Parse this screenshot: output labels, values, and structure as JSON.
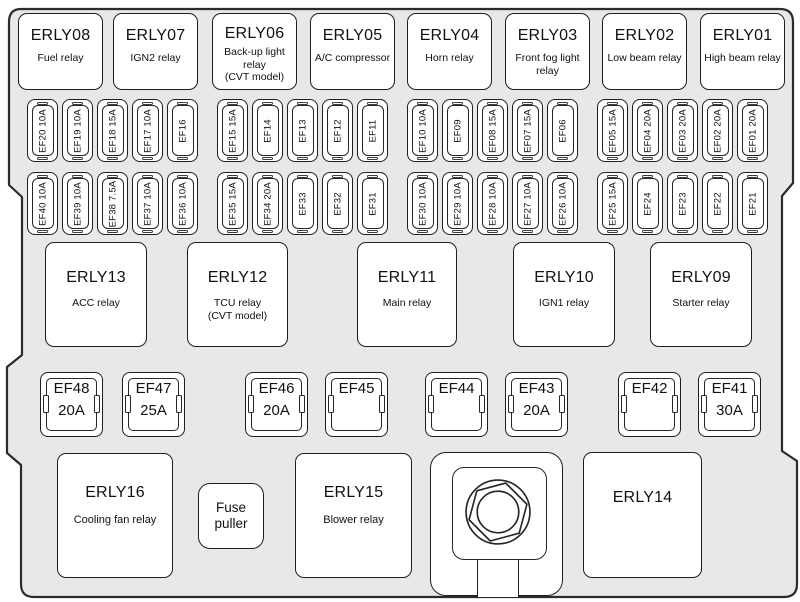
{
  "colors": {
    "body_fill": "#e8e8e8",
    "box_fill": "#ffffff",
    "line": "#1f1f1f"
  },
  "top_relays": [
    {
      "id": "ERLY08",
      "desc": "Fuel relay",
      "note": ""
    },
    {
      "id": "ERLY07",
      "desc": "IGN2 relay",
      "note": ""
    },
    {
      "id": "ERLY06",
      "desc": "Back-up light relay",
      "note": "(CVT model)"
    },
    {
      "id": "ERLY05",
      "desc": "A/C compressor",
      "note": ""
    },
    {
      "id": "ERLY04",
      "desc": "Horn relay",
      "note": ""
    },
    {
      "id": "ERLY03",
      "desc": "Front fog light relay",
      "note": ""
    },
    {
      "id": "ERLY02",
      "desc": "Low beam relay",
      "note": ""
    },
    {
      "id": "ERLY01",
      "desc": "High beam relay",
      "note": ""
    }
  ],
  "fuse_row_1": [
    "EF20 10A",
    "EF19 10A",
    "EF18 15A",
    "EF17 10A",
    "EF16",
    "EF15 15A",
    "EF14",
    "EF13",
    "EF12",
    "EF11",
    "EF10 10A",
    "EF09",
    "EF08 15A",
    "EF07 15A",
    "EF06",
    "EF05 15A",
    "EF04 20A",
    "EF03 20A",
    "EF02 20A",
    "EF01 20A"
  ],
  "fuse_row_2": [
    "EF40 10A",
    "EF39 10A",
    "EF38 7.5A",
    "EF37 10A",
    "EF36 10A",
    "EF35 15A",
    "EF34 20A",
    "EF33",
    "EF32",
    "EF31",
    "EF30 10A",
    "EF29 10A",
    "EF28 10A",
    "EF27 10A",
    "EF26 10A",
    "EF25 15A",
    "EF24",
    "EF23",
    "EF22",
    "EF21"
  ],
  "mid_relays": [
    {
      "id": "ERLY13",
      "desc": "ACC relay",
      "note": ""
    },
    {
      "id": "ERLY12",
      "desc": "TCU relay",
      "note": "(CVT model)"
    },
    {
      "id": "ERLY11",
      "desc": "Main relay",
      "note": ""
    },
    {
      "id": "ERLY10",
      "desc": "IGN1 relay",
      "note": ""
    },
    {
      "id": "ERLY09",
      "desc": "Starter relay",
      "note": ""
    }
  ],
  "square_fuses": [
    {
      "id": "EF48",
      "amp": "20A"
    },
    {
      "id": "EF47",
      "amp": "25A"
    },
    {
      "id": "EF46",
      "amp": "20A"
    },
    {
      "id": "EF45",
      "amp": ""
    },
    {
      "id": "EF44",
      "amp": ""
    },
    {
      "id": "EF43",
      "amp": "20A"
    },
    {
      "id": "EF42",
      "amp": ""
    },
    {
      "id": "EF41",
      "amp": "30A"
    }
  ],
  "bottom_row": {
    "relay_left": {
      "id": "ERLY16",
      "desc": "Cooling fan relay"
    },
    "fuse_puller": "Fuse puller",
    "relay_mid": {
      "id": "ERLY15",
      "desc": "Blower relay"
    },
    "relay_right": {
      "id": "ERLY14"
    }
  }
}
